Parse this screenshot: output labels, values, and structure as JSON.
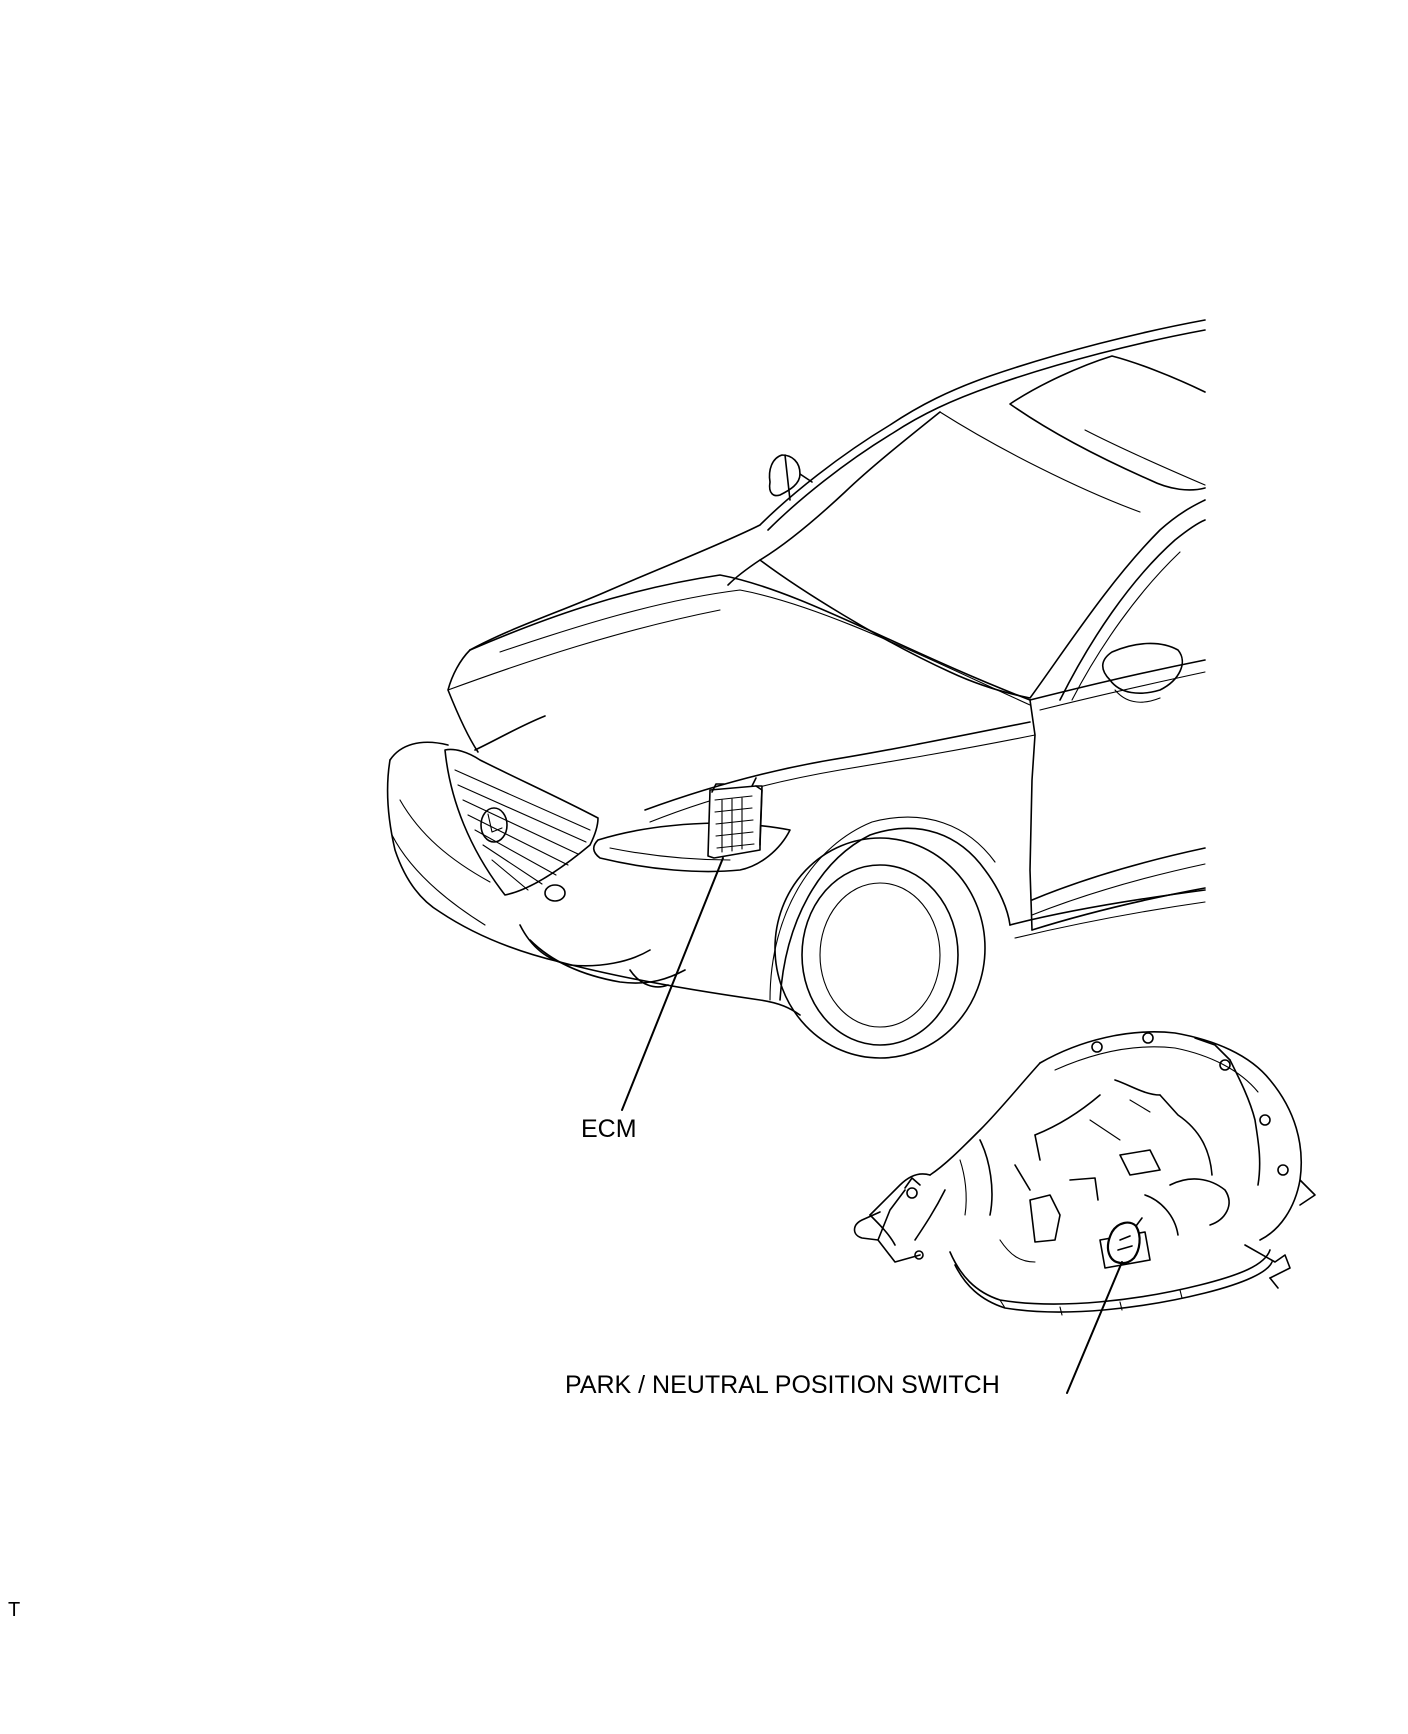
{
  "labels": {
    "ecm": "ECM",
    "park_neutral_switch": "PARK / NEUTRAL POSITION SWITCH",
    "figure_code": "T"
  },
  "icons": {
    "vehicle": "sedan-outline-illustration",
    "ecm_unit": "ecm-module-icon",
    "transmission": "automatic-transmission-illustration",
    "pnp_switch": "switch-component-icon"
  },
  "colors": {
    "line": "#000000",
    "background": "#ffffff"
  }
}
